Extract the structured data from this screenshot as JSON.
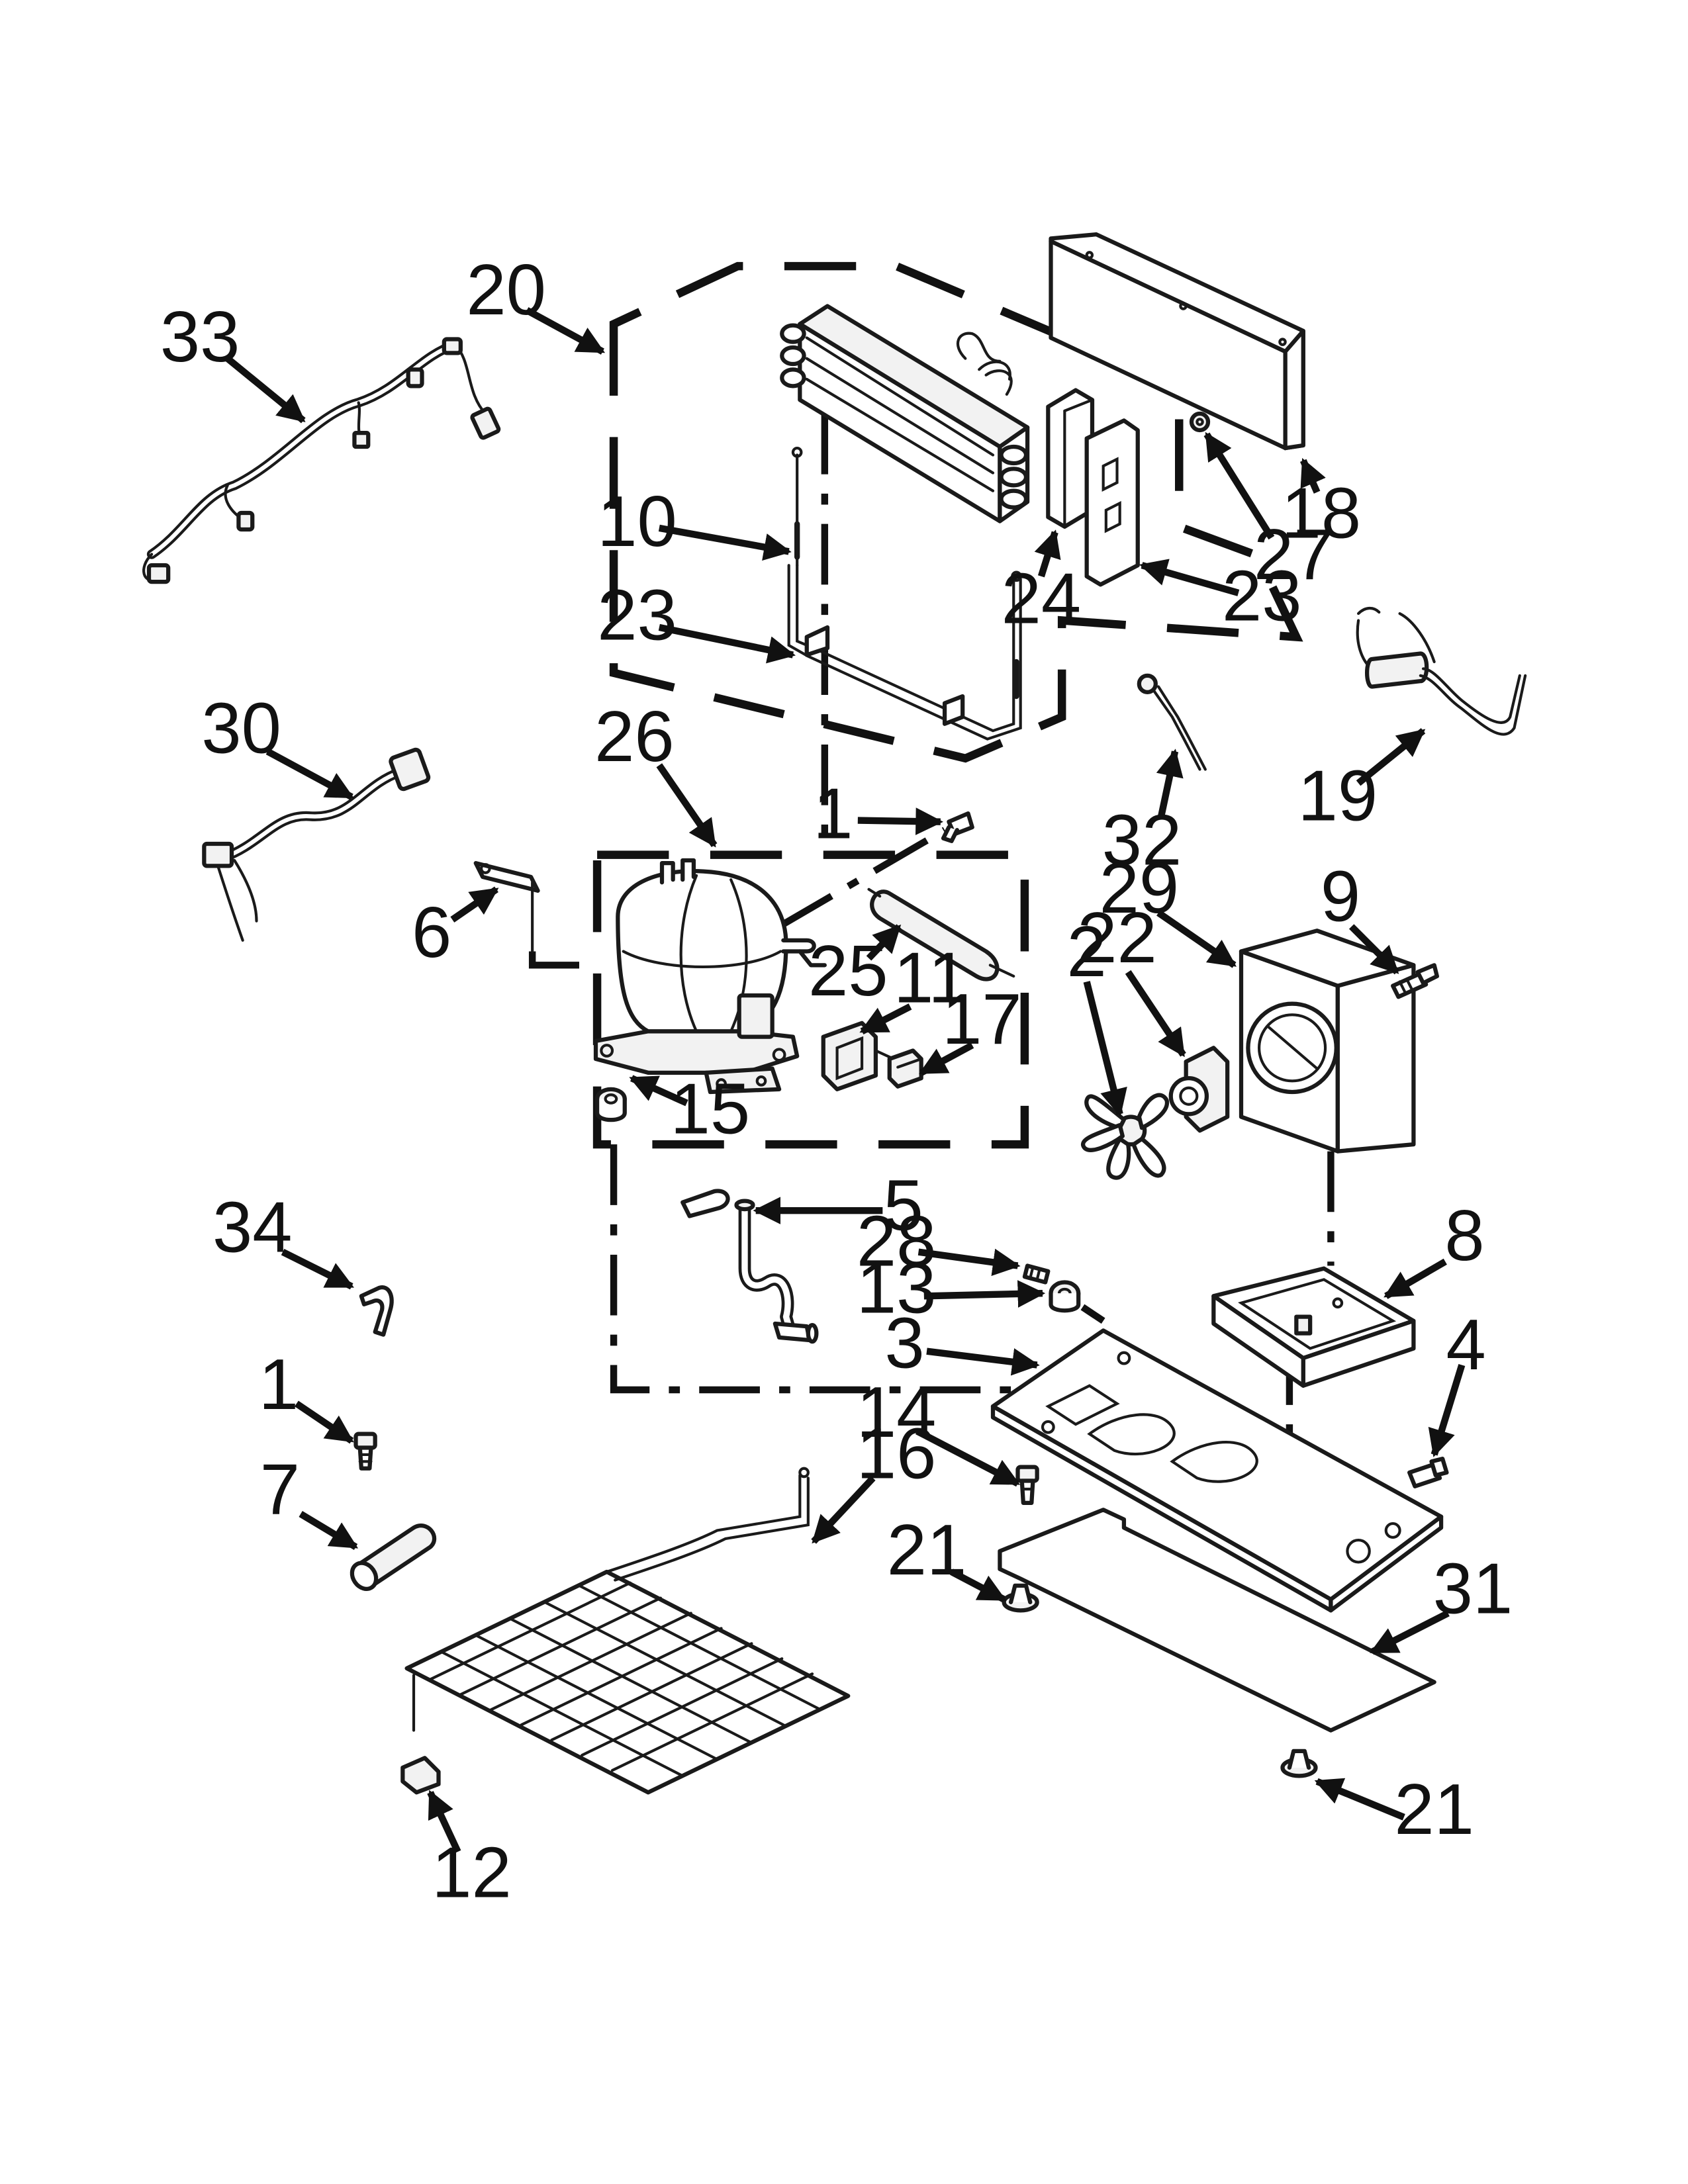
{
  "callouts": {
    "c1a": "1",
    "c1b": "1",
    "c2": "2",
    "c3": "3",
    "c4": "4",
    "c5": "5",
    "c6": "6",
    "c7": "7",
    "c8": "8",
    "c9": "9",
    "c10": "10",
    "c11": "11",
    "c12": "12",
    "c13": "13",
    "c14": "14",
    "c15": "15",
    "c16": "16",
    "c17": "17",
    "c18": "18",
    "c19": "19",
    "c20": "20",
    "c21a": "21",
    "c21b": "21",
    "c22": "22",
    "c23a": "23",
    "c23b": "23",
    "c24": "24",
    "c25": "25",
    "c26": "26",
    "c27": "27",
    "c28": "28",
    "c29": "29",
    "c30": "30",
    "c31": "31",
    "c32": "32",
    "c33": "33",
    "c34": "34"
  }
}
